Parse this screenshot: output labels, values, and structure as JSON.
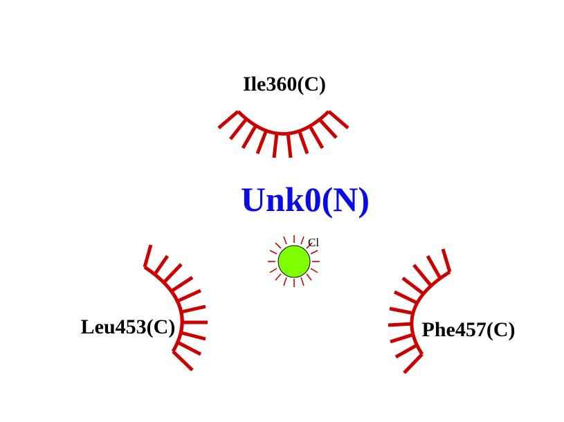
{
  "ligand": {
    "label": "Unk0(N)",
    "color": "#0a0ae6"
  },
  "atom": {
    "label": "Cl",
    "fill": "#80ff00",
    "stroke": "#000000"
  },
  "hydrophobic_color": "#cc0000",
  "residues": [
    {
      "id": "ile360",
      "label": "Ile360(C)"
    },
    {
      "id": "leu453",
      "label": "Leu453(C)"
    },
    {
      "id": "phe457",
      "label": "Phe457(C)"
    }
  ]
}
